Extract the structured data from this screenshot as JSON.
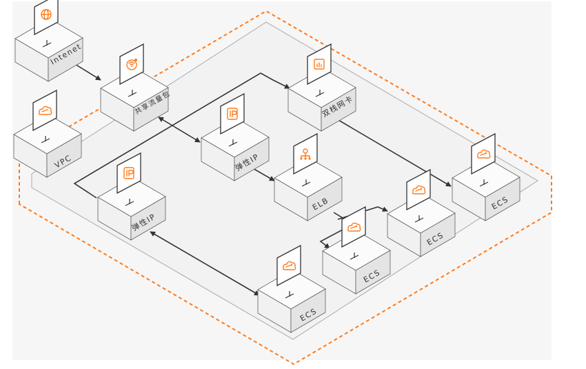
{
  "colors": {
    "accent": "#ff7a1a",
    "icon_fill": "#ffffff",
    "box_top": "#fbfbfb",
    "box_left": "#f1f1f1",
    "box_right": "#e4e4e4",
    "box_edge": "#5f5f5f",
    "platform": "#f2f2f2",
    "connector": "#333333",
    "background_panel": "#f6f6f6"
  },
  "nodes": [
    {
      "id": "internet",
      "label": "Intenet",
      "icon": "globe-icon"
    },
    {
      "id": "shared-bandwidth",
      "label": "共享流量包",
      "icon": "wifi-bandwidth-icon"
    },
    {
      "id": "vpc",
      "label": "VPC",
      "icon": "cloud-icon"
    },
    {
      "id": "dual-stack-nic",
      "label": "双栈网卡",
      "icon": "network-card-icon"
    },
    {
      "id": "eip-top",
      "label": "弹性IP",
      "icon": "ip-pin-icon"
    },
    {
      "id": "eip-left",
      "label": "弹性IP",
      "icon": "ip-pin-icon"
    },
    {
      "id": "elb",
      "label": "ELB",
      "icon": "load-balancer-icon"
    },
    {
      "id": "ecs-right",
      "label": "ECS",
      "icon": "cloud-server-icon"
    },
    {
      "id": "ecs-mid",
      "label": "ECS",
      "icon": "cloud-server-icon"
    },
    {
      "id": "ecs-lower",
      "label": "ECS",
      "icon": "cloud-server-icon"
    },
    {
      "id": "ecs-bottom",
      "label": "ECS",
      "icon": "cloud-server-icon"
    }
  ]
}
